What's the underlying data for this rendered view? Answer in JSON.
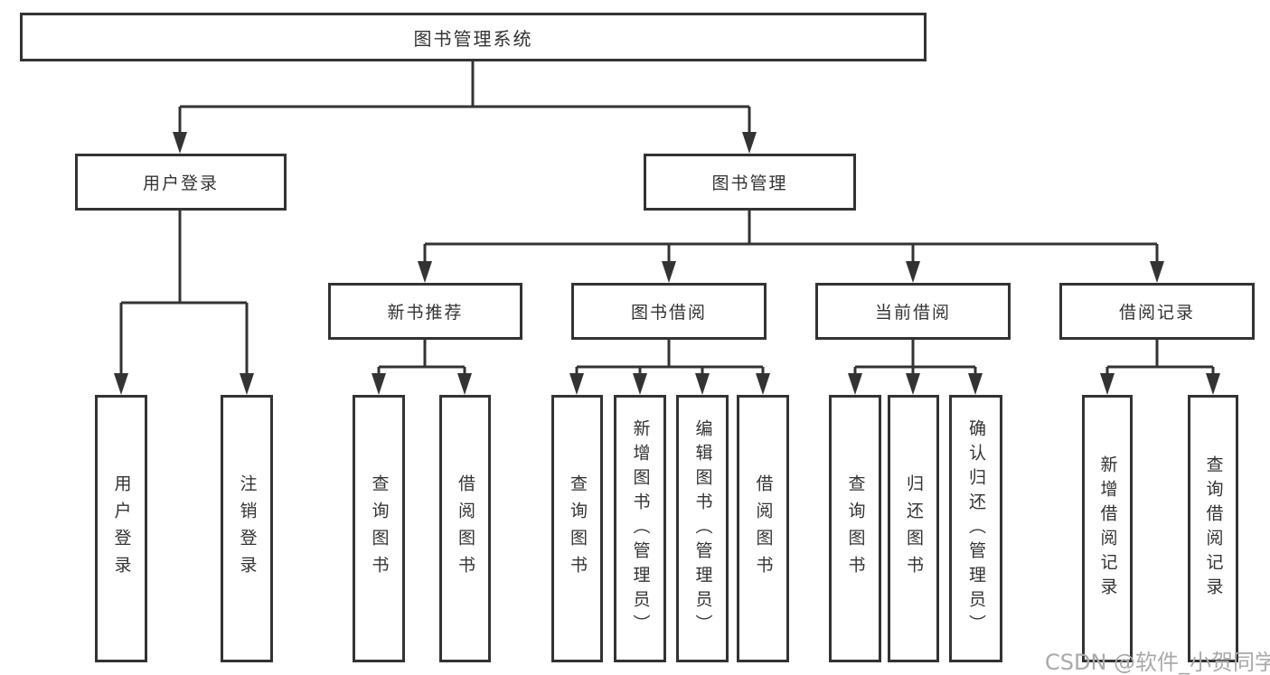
{
  "diagram": {
    "title": "图书管理系统",
    "root": {
      "label": "图书管理系统"
    },
    "level2": [
      {
        "label": "用户登录"
      },
      {
        "label": "图书管理"
      }
    ],
    "level3": [
      {
        "label": "新书推荐"
      },
      {
        "label": "图书借阅"
      },
      {
        "label": "当前借阅"
      },
      {
        "label": "借阅记录"
      }
    ],
    "leaves": {
      "user_login": [
        "用户登录",
        "注销登录"
      ],
      "new_books": [
        "查询图书",
        "借阅图书"
      ],
      "book_borrow": [
        "查询图书",
        "新增图书（管理员）",
        "编辑图书（管理员）",
        "借阅图书"
      ],
      "current_borrow": [
        "查询图书",
        "归还图书",
        "确认归还（管理员）"
      ],
      "borrow_records": [
        "新增借阅记录",
        "查询借阅记录"
      ]
    },
    "colors": {
      "line": "#333333",
      "box_border": "#333333",
      "box_background": "#ffffff",
      "text": "#333333",
      "watermark": "#a9a9a9"
    }
  },
  "watermark": {
    "text": "CSDN @软件_小贺同学"
  }
}
